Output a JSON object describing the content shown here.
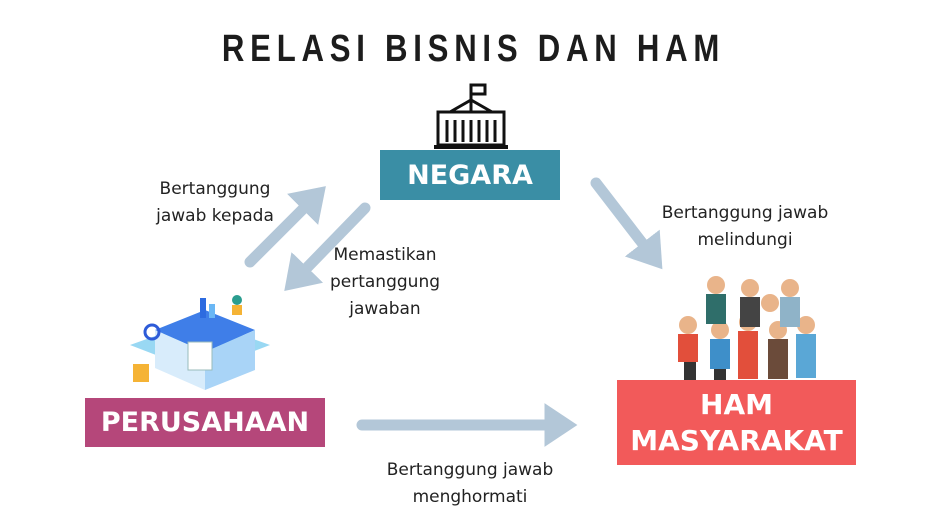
{
  "title": "RELASI BISNIS DAN HAM",
  "nodes": {
    "negara": "NEGARA",
    "perusahaan": "PERUSAHAAN",
    "ham_line1": "HAM",
    "ham_line2": "MASYARAKAT"
  },
  "edges": {
    "perusahaan_to_negara": [
      "Bertanggung",
      "jawab kepada"
    ],
    "negara_to_perusahaan": [
      "Memastikan",
      "pertanggung",
      "jawaban"
    ],
    "negara_to_ham": [
      "Bertanggung jawab",
      "melindungi"
    ],
    "perusahaan_to_ham": [
      "Bertanggung jawab",
      "menghormati"
    ]
  },
  "colors": {
    "negara": "#3a8ea5",
    "perusahaan": "#b5477a",
    "ham": "#f25a5a",
    "arrow": "#b3c7d8"
  }
}
